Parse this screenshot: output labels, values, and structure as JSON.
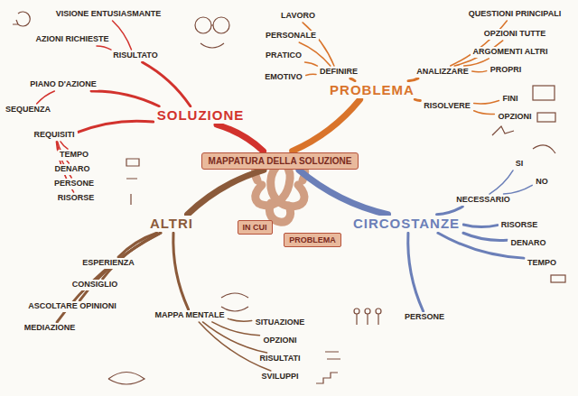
{
  "diagram": {
    "nodes": [
      {
        "text": [
          "MAPPATURA DELLA SOLUZIONE"
        ]
      },
      {
        "text": [
          "SOLUZIONE"
        ]
      },
      {
        "text": [
          "PROBLEMA"
        ]
      },
      {
        "text": [
          "CIRCOSTANZE"
        ]
      },
      {
        "text": [
          "ALTRI"
        ]
      },
      {
        "text": [
          "RISULTATO"
        ]
      },
      {
        "text": [
          "VISIONE ENTUSIASMANTE"
        ]
      },
      {
        "text": [
          "AZIONI RICHIESTE"
        ]
      },
      {
        "text": [
          "PIANO D'AZIONE"
        ]
      },
      {
        "text": [
          "SEQUENZA"
        ]
      },
      {
        "text": [
          "REQUISITI"
        ]
      },
      {
        "text": [
          "TEMPO"
        ]
      },
      {
        "text": [
          "DENARO"
        ]
      },
      {
        "text": [
          "PERSONE"
        ]
      },
      {
        "text": [
          "RISORSE"
        ]
      },
      {
        "text": [
          "DEFINIRE"
        ]
      },
      {
        "text": [
          "LAVORO"
        ]
      },
      {
        "text": [
          "PERSONALE"
        ]
      },
      {
        "text": [
          "PRATICO"
        ]
      },
      {
        "text": [
          "EMOTIVO"
        ]
      },
      {
        "text": [
          "ANALIZZARE"
        ]
      },
      {
        "text": [
          "QUESTIONI PRINCIPALI"
        ]
      },
      {
        "text": [
          "OPZIONI TUTTE"
        ]
      },
      {
        "text": [
          "ARGOMENTI ALTRI"
        ]
      },
      {
        "text": [
          "PROPRI"
        ]
      },
      {
        "text": [
          "RISOLVERE"
        ]
      },
      {
        "text": [
          "FINI"
        ]
      },
      {
        "text": [
          "OPZIONI"
        ]
      },
      {
        "text": [
          "NECESSARIO"
        ]
      },
      {
        "text": [
          "SI"
        ]
      },
      {
        "text": [
          "NO"
        ]
      },
      {
        "text": [
          "RISORSE"
        ]
      },
      {
        "text": [
          "DENARO"
        ]
      },
      {
        "text": [
          "TEMPO"
        ]
      },
      {
        "text": [
          "PERSONE"
        ]
      },
      {
        "text": [
          "ESPERIENZA"
        ]
      },
      {
        "text": [
          "CONSIGLIO"
        ]
      },
      {
        "text": [
          "ASCOLTARE OPINIONI"
        ]
      },
      {
        "text": [
          "MEDIAZIONE"
        ]
      },
      {
        "text": [
          "MAPPA MENTALE"
        ]
      },
      {
        "text": [
          "SITUAZIONE"
        ]
      },
      {
        "text": [
          "OPZIONI"
        ]
      },
      {
        "text": [
          "RISULTATI"
        ]
      },
      {
        "text": [
          "SVILUPPI"
        ]
      }
    ],
    "edges": [
      {
        "from": 0,
        "to": 1,
        "arrow": "none"
      },
      {
        "from": 0,
        "to": 2,
        "arrow": "none"
      },
      {
        "from": 0,
        "to": 3,
        "arrow": "none"
      },
      {
        "from": 0,
        "to": 4,
        "arrow": "none"
      },
      {
        "from": 1,
        "to": 5,
        "arrow": "none"
      },
      {
        "from": 5,
        "to": 6,
        "arrow": "none"
      },
      {
        "from": 5,
        "to": 7,
        "arrow": "none"
      },
      {
        "from": 1,
        "to": 8,
        "arrow": "none"
      },
      {
        "from": 8,
        "to": 9,
        "arrow": "none"
      },
      {
        "from": 1,
        "to": 10,
        "arrow": "none"
      },
      {
        "from": 10,
        "to": 11,
        "arrow": "none"
      },
      {
        "from": 10,
        "to": 12,
        "arrow": "none"
      },
      {
        "from": 10,
        "to": 13,
        "arrow": "none"
      },
      {
        "from": 10,
        "to": 14,
        "arrow": "none"
      },
      {
        "from": 2,
        "to": 15,
        "arrow": "none"
      },
      {
        "from": 15,
        "to": 16,
        "arrow": "none"
      },
      {
        "from": 15,
        "to": 17,
        "arrow": "none"
      },
      {
        "from": 15,
        "to": 18,
        "arrow": "none"
      },
      {
        "from": 15,
        "to": 19,
        "arrow": "none"
      },
      {
        "from": 2,
        "to": 20,
        "arrow": "none"
      },
      {
        "from": 20,
        "to": 21,
        "arrow": "none"
      },
      {
        "from": 20,
        "to": 22,
        "arrow": "none"
      },
      {
        "from": 20,
        "to": 23,
        "arrow": "none"
      },
      {
        "from": 20,
        "to": 24,
        "arrow": "none"
      },
      {
        "from": 2,
        "to": 25,
        "arrow": "none"
      },
      {
        "from": 25,
        "to": 26,
        "arrow": "none"
      },
      {
        "from": 25,
        "to": 27,
        "arrow": "none"
      },
      {
        "from": 3,
        "to": 28,
        "arrow": "none"
      },
      {
        "from": 28,
        "to": 29,
        "arrow": "none"
      },
      {
        "from": 28,
        "to": 30,
        "arrow": "none"
      },
      {
        "from": 3,
        "to": 31,
        "arrow": "none"
      },
      {
        "from": 3,
        "to": 32,
        "arrow": "none"
      },
      {
        "from": 3,
        "to": 33,
        "arrow": "none"
      },
      {
        "from": 3,
        "to": 34,
        "arrow": "none"
      },
      {
        "from": 4,
        "to": 35,
        "arrow": "none"
      },
      {
        "from": 4,
        "to": 36,
        "arrow": "none"
      },
      {
        "from": 4,
        "to": 37,
        "arrow": "none"
      },
      {
        "from": 4,
        "to": 38,
        "arrow": "none"
      },
      {
        "from": 4,
        "to": 39,
        "arrow": "none"
      },
      {
        "from": 39,
        "to": 40,
        "arrow": "none"
      },
      {
        "from": 39,
        "to": 41,
        "arrow": "none"
      },
      {
        "from": 39,
        "to": 42,
        "arrow": "none"
      },
      {
        "from": 39,
        "to": 43,
        "arrow": "none"
      }
    ],
    "labels": [
      "IN CUI",
      "PROBLEMA"
    ]
  }
}
